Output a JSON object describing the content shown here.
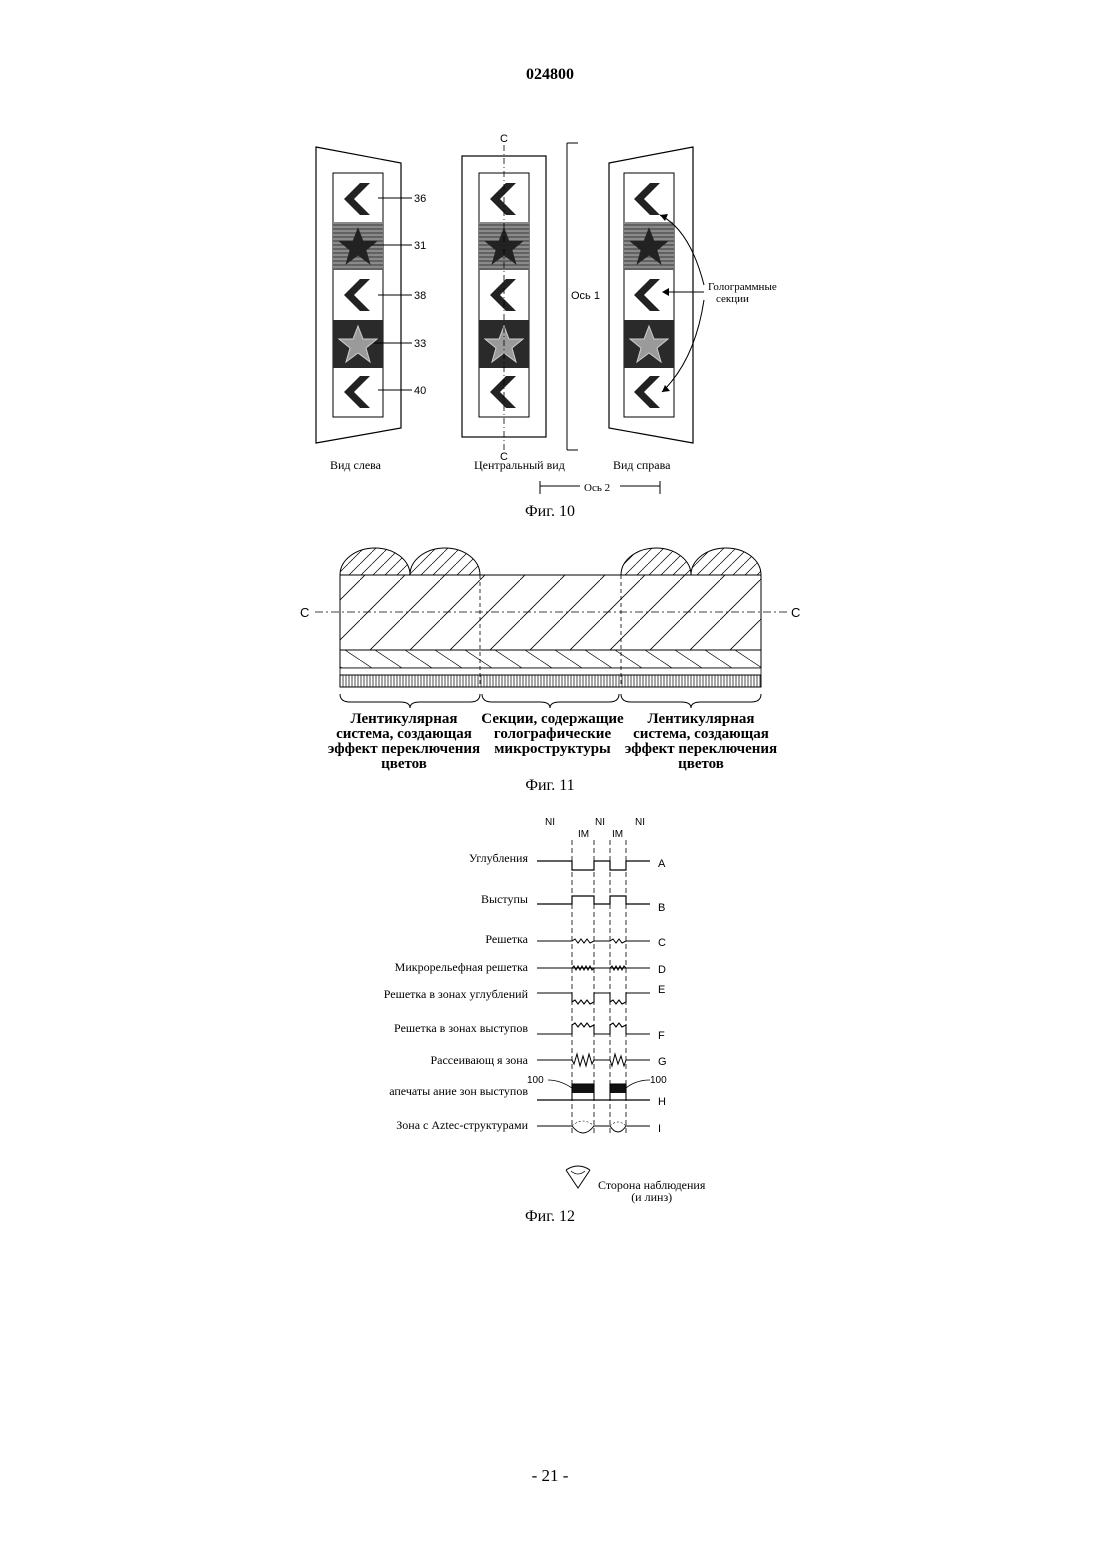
{
  "header": {
    "doc_number": "024800"
  },
  "fig10": {
    "caption": "Фиг. 10",
    "ref_numbers": [
      "36",
      "31",
      "38",
      "33",
      "40"
    ],
    "section_letter_top": "C",
    "section_letter_bottom": "C",
    "axis1": "Ось 1",
    "axis2": "Ось 2",
    "view_left": "Вид слева",
    "view_center": "Центральный вид",
    "view_right": "Вид справа",
    "holo_label_line1": "Голограммные",
    "holo_label_line2": "секции"
  },
  "fig11": {
    "caption": "Фиг. 11",
    "cut_left": "C",
    "cut_right": "C",
    "left_text": [
      "Лентикулярная",
      "система, создающая",
      "эффект переключения",
      "цветов"
    ],
    "center_text": [
      "Секции, содержащие",
      "голографические",
      "микроструктуры"
    ],
    "right_text": [
      "Лентикулярная",
      "система, создающая",
      "эффект переключения",
      "цветов"
    ]
  },
  "fig12": {
    "caption": "Фиг. 12",
    "top_labels": {
      "ni1": "NI",
      "im1": "IM",
      "ni2": "NI",
      "im2": "IM",
      "ni3": "NI"
    },
    "rows": [
      {
        "label": "Углубления",
        "letter": "A"
      },
      {
        "label": "Выступы",
        "letter": "B"
      },
      {
        "label": "Решетка",
        "letter": "C"
      },
      {
        "label": "Микрорельефная решетка",
        "letter": "D"
      },
      {
        "label": "Решетка в зонах углублений",
        "letter": "E"
      },
      {
        "label": "Решетка в зонах выступов",
        "letter": "F"
      },
      {
        "label": "Рассеивающ я зона",
        "letter": "G"
      },
      {
        "label": "апечаты ание зон выступов",
        "letter": "H"
      },
      {
        "label": "Зона с Aztec-структурами",
        "letter": "I"
      }
    ],
    "ref_left": "100",
    "ref_right": "100",
    "viewer_line1": "Сторона наблюдения",
    "viewer_line2": "(и линз)"
  },
  "footer": {
    "page_number": "- 21 -"
  }
}
